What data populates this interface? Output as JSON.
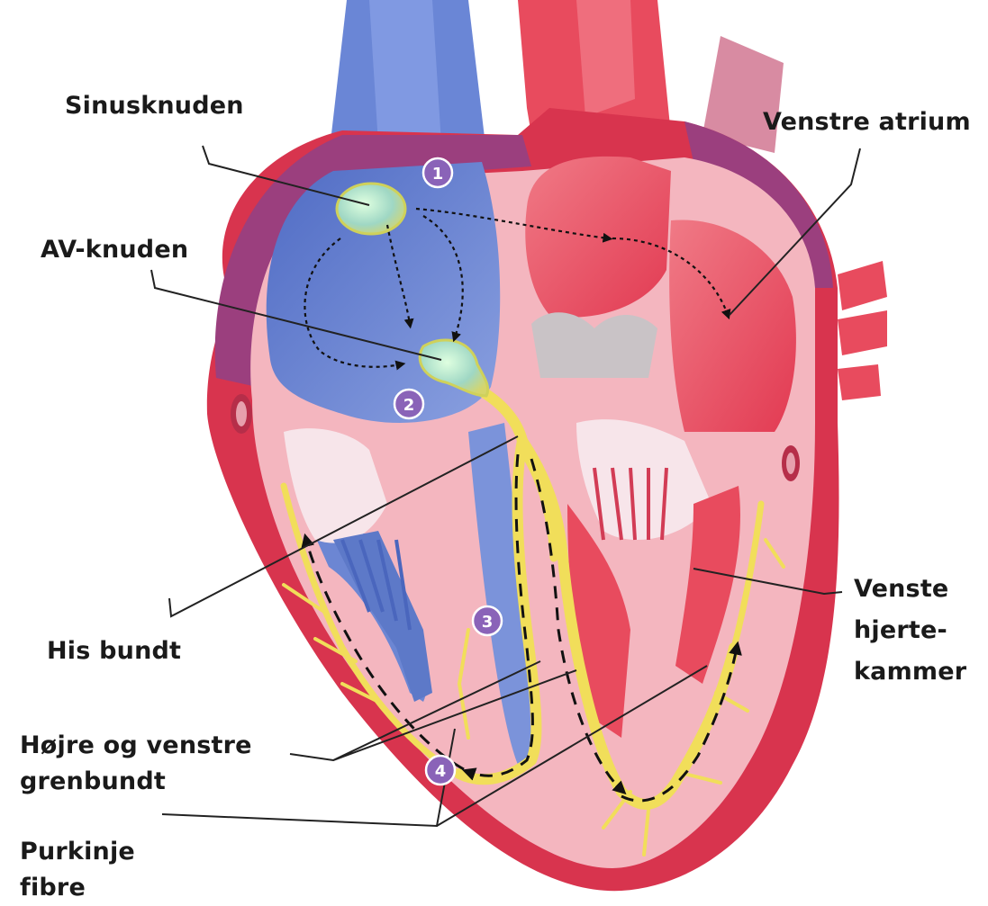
{
  "labels": {
    "sinus_node": "Sinusknuden",
    "av_node": "AV-knuden",
    "left_atrium": "Venstre atrium",
    "his_bundle": "His bundt",
    "bundle_branches_line1": "Højre og venstre",
    "bundle_branches_line2": "grenbundt",
    "purkinje_line1": "Purkinje",
    "purkinje_line2": "fibre",
    "left_ventricle_line1": "Venste",
    "left_ventricle_line2": "hjerte-",
    "left_ventricle_line3": "kammer"
  },
  "markers": {
    "step1": "1",
    "step2": "2",
    "step3": "3",
    "step4": "4"
  },
  "colors": {
    "vein_blue": "#5b74c9",
    "artery_red": "#e8455a",
    "muscle_pink": "#f4b6bf",
    "outer_wall": "#d8344e",
    "purple_rim": "#9b3f7e",
    "conduction_yellow": "#f1de5a",
    "marker_purple": "#8a63b8"
  }
}
